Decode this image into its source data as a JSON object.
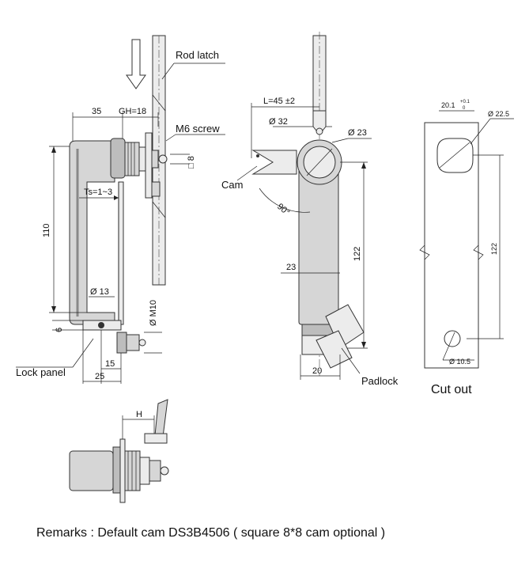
{
  "labels": {
    "rod_latch": "Rod latch",
    "m6_screw": "M6 screw",
    "cam": "Cam",
    "lock_panel": "Lock panel",
    "padlock": "Padlock",
    "cut_out": "Cut out",
    "remarks": "Remarks :  Default cam DS3B4506 ( square 8*8 cam optional )"
  },
  "side_view_dims": {
    "d35": "35",
    "gh": "GH=18",
    "ts": "Ts=1~3",
    "d110": "110",
    "d13": "Ø 13",
    "d6": "6",
    "d15": "15",
    "d25": "25",
    "m10": "Ø M10",
    "sq8": "□ 8"
  },
  "front_view_dims": {
    "l45": "L=45 ±2",
    "d32": "Ø 32",
    "d23c": "Ø 23",
    "a90": "90°",
    "d23": "23",
    "d122": "122",
    "d20": "20"
  },
  "cutout_dims": {
    "w20": "20.1",
    "tol_up": "+0.1",
    "tol_dn": "0",
    "d225": "Ø 22.5",
    "d122": "122",
    "d105": "Ø 10.5"
  },
  "bottom_view_dims": {
    "h": "H"
  }
}
